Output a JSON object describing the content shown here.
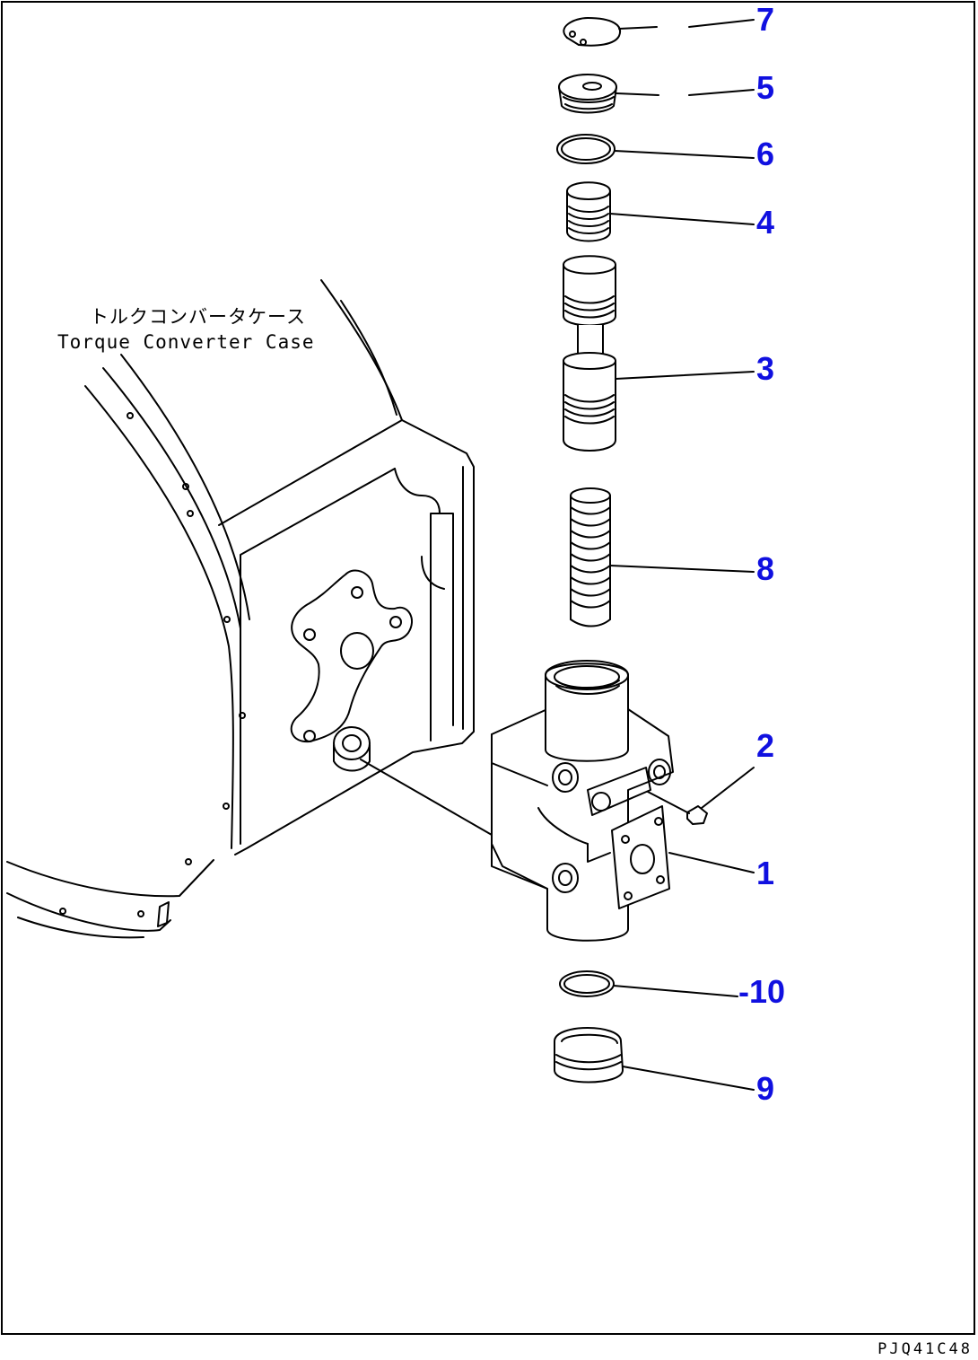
{
  "colors": {
    "callout": "#1010e0",
    "line": "#000000",
    "background": "#ffffff"
  },
  "case_label": {
    "japanese": "トルクコンバータケース",
    "english": "Torque Converter Case"
  },
  "callouts": {
    "p7": "7",
    "p5": "5",
    "p6": "6",
    "p4": "4",
    "p3": "3",
    "p8": "8",
    "p2": "2",
    "p1": "1",
    "p10": "10",
    "p9": "9"
  },
  "drawing_code": "PJQ41C48"
}
